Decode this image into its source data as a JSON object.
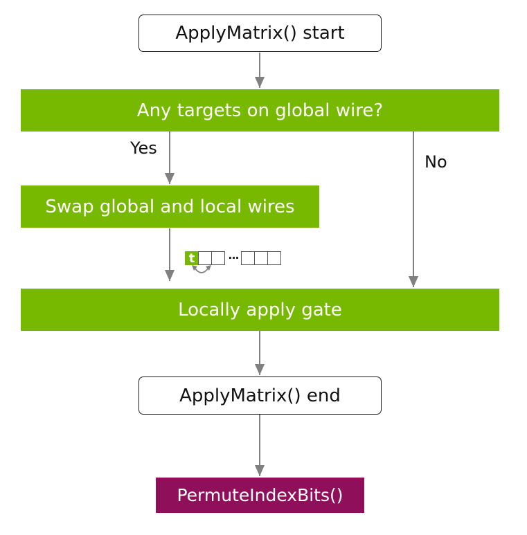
{
  "flowchart": {
    "start": "ApplyMatrix() start",
    "decision": "Any targets on global wire?",
    "swap": "Swap global and local wires",
    "apply": "Locally apply gate",
    "end": "ApplyMatrix() end",
    "permute": "PermuteIndexBits()",
    "yes_label": "Yes",
    "no_label": "No"
  },
  "register": {
    "highlight_char": "t",
    "ellipsis": "···"
  },
  "colors": {
    "process": "#76b900",
    "special": "#8f0f5a",
    "connector": "#808080"
  }
}
